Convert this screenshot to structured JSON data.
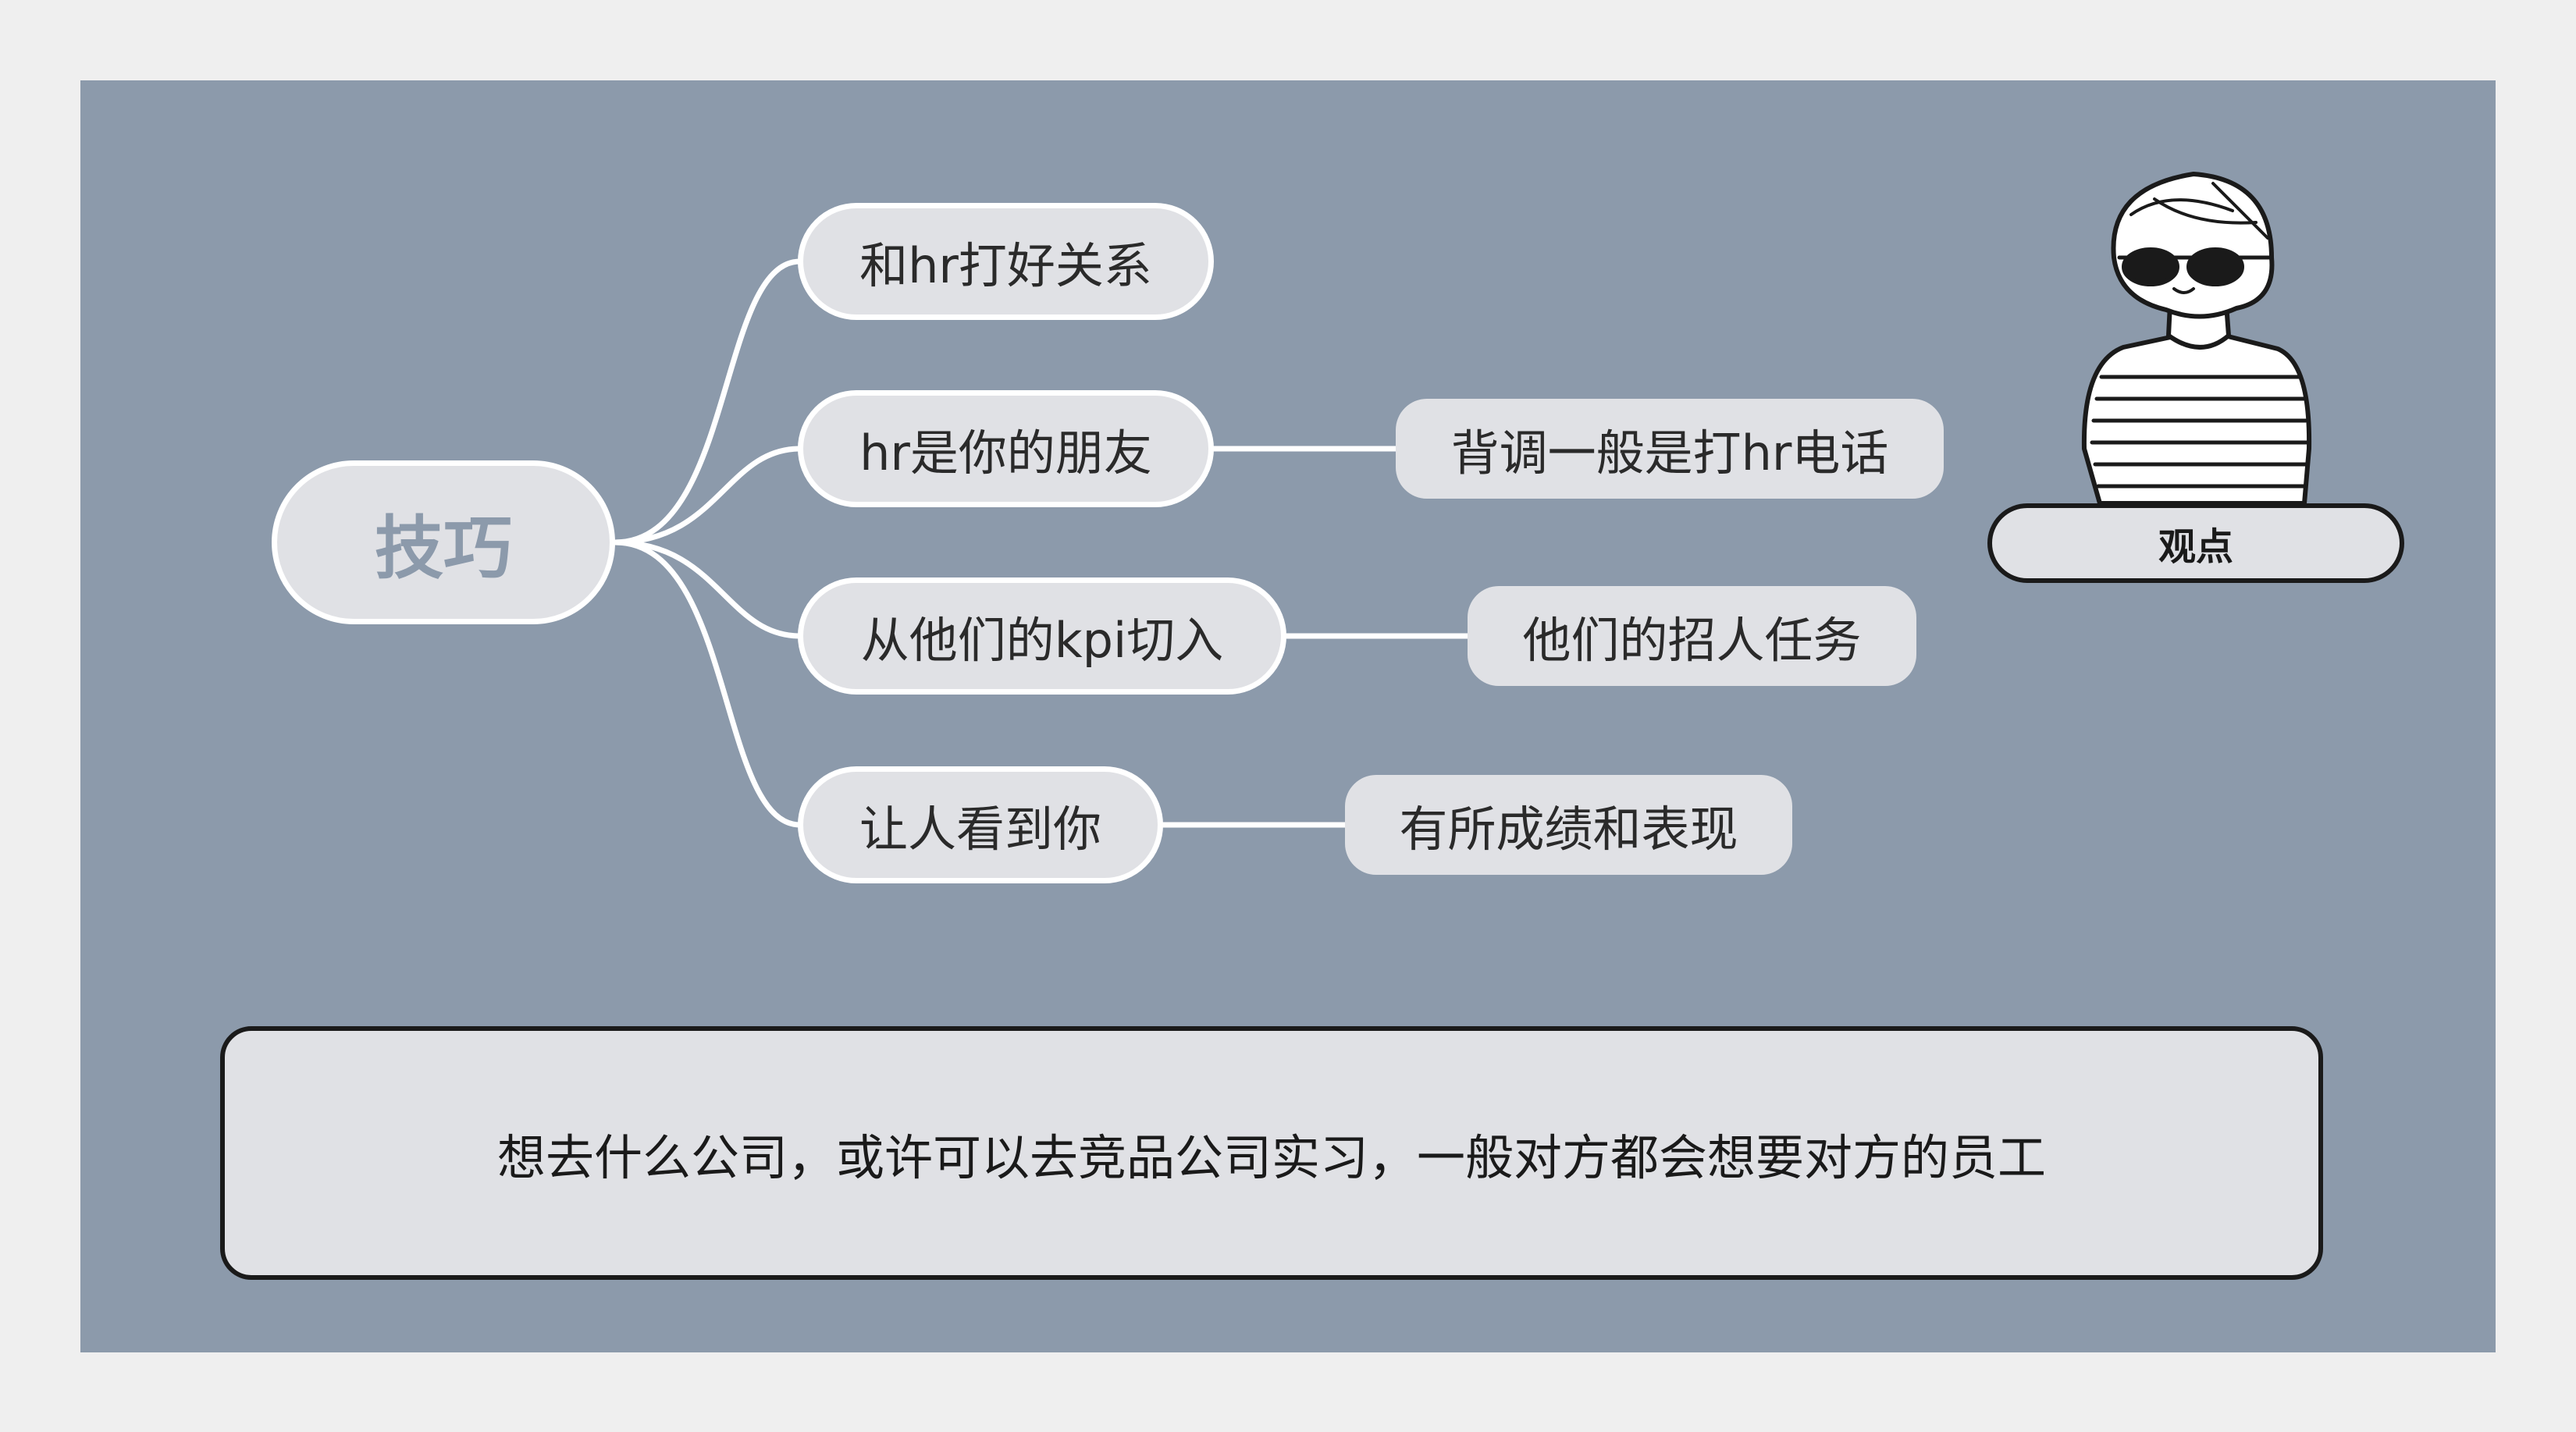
{
  "mindmap": {
    "root": "技巧",
    "branches": [
      {
        "label": "和hr打好关系"
      },
      {
        "label": "hr是你的朋友",
        "leaf": "背调一般是打hr电话"
      },
      {
        "label": "从他们的kpi切入",
        "leaf": "他们的招人任务"
      },
      {
        "label": "让人看到你",
        "leaf": "有所成绩和表现"
      }
    ]
  },
  "viewpoint": {
    "label": "观点",
    "icon": "person-with-sunglasses-illustration"
  },
  "quote": "想去什么公司，或许可以去竞品公司实习，一般对方都会想要对方的员工",
  "colors": {
    "background": "#8c9aab",
    "node_fill": "#e0e1e5",
    "connector": "#ffffff",
    "outline": "#1a1a1a"
  }
}
